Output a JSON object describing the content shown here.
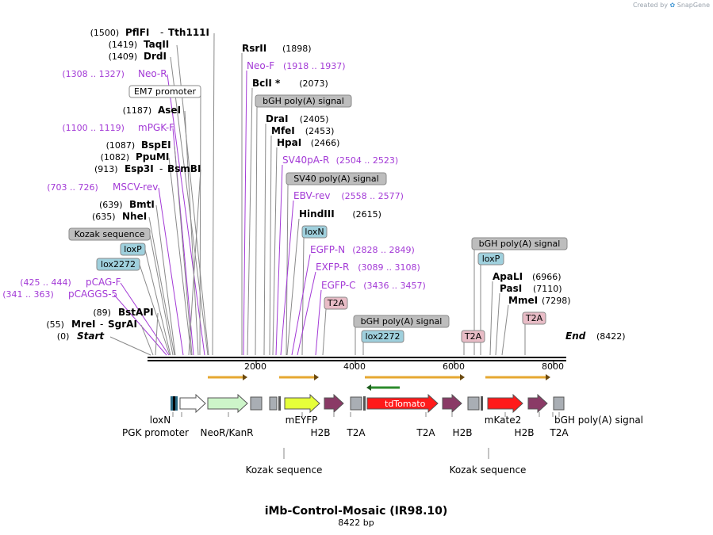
{
  "credit": {
    "prefix": "Created by",
    "brand": "SnapGene"
  },
  "map": {
    "title": "iMb-Control-Mosaic (IR98.10)",
    "length_label": "8422 bp",
    "total_bp": 8422,
    "ruler_ticks": [
      "2000",
      "4000",
      "6000",
      "8000"
    ]
  },
  "colors": {
    "enzyme_text": "#000000",
    "primer_text": "#a33ad6",
    "primer_line": "#a33ad6",
    "polya_fill": "#bdbdbd",
    "lox_fill": "#9fd0dd",
    "t2a_fill": "#e8bcc6",
    "kozak_fill": "#bdbdbd",
    "orf_arrow": "#e6a832",
    "mcherry_red": "#ff1a1a",
    "h2b_fill": "#8a3a66"
  },
  "left_labels": [
    {
      "pos": "(1500)",
      "name": "PflFI",
      "name2": "Tth111I",
      "kind": "enzyme"
    },
    {
      "pos": "(1419)",
      "name": "TaqII",
      "kind": "enzyme"
    },
    {
      "pos": "(1409)",
      "name": "DrdI",
      "kind": "enzyme"
    },
    {
      "pos": "(1308 .. 1327)",
      "name": "Neo-R",
      "kind": "primer"
    },
    {
      "name": "EM7 promoter",
      "kind": "box-white"
    },
    {
      "pos": "(1187)",
      "name": "AseI",
      "kind": "enzyme"
    },
    {
      "pos": "(1100 .. 1119)",
      "name": "mPGK-F",
      "kind": "primer"
    },
    {
      "pos": "(1087)",
      "name": "BspEI",
      "kind": "enzyme"
    },
    {
      "pos": "(1082)",
      "name": "PpuMI",
      "kind": "enzyme"
    },
    {
      "pos": "(913)",
      "name": "Esp3I",
      "name2": "BsmBI",
      "kind": "enzyme"
    },
    {
      "pos": "(703 .. 726)",
      "name": "MSCV-rev",
      "kind": "primer"
    },
    {
      "pos": "(639)",
      "name": "BmtI",
      "kind": "enzyme"
    },
    {
      "pos": "(635)",
      "name": "NheI",
      "kind": "enzyme"
    },
    {
      "name": "Kozak sequence",
      "kind": "box-gray"
    },
    {
      "name": "loxP",
      "kind": "box-blue"
    },
    {
      "name": "lox2272",
      "kind": "box-blue"
    },
    {
      "pos": "(425 .. 444)",
      "name": "pCAG-F",
      "kind": "primer"
    },
    {
      "pos": "(341 .. 363)",
      "name": "pCAGGS-5",
      "kind": "primer"
    },
    {
      "pos": "(89)",
      "name": "BstAPI",
      "kind": "enzyme"
    },
    {
      "pos": "(55)",
      "name": "MreI",
      "name2": "SgrAI",
      "kind": "enzyme"
    },
    {
      "pos": "(0)",
      "name": "Start",
      "kind": "enzyme-italic"
    }
  ],
  "right_labels": [
    {
      "name": "RsrII",
      "pos": "(1898)",
      "kind": "enzyme"
    },
    {
      "name": "Neo-F",
      "pos": "(1918 .. 1937)",
      "kind": "primer"
    },
    {
      "name": "BclI *",
      "pos": "(2073)",
      "kind": "enzyme"
    },
    {
      "name": "bGH poly(A) signal",
      "kind": "box-gray"
    },
    {
      "name": "DraI",
      "pos": "(2405)",
      "kind": "enzyme"
    },
    {
      "name": "MfeI",
      "pos": "(2453)",
      "kind": "enzyme"
    },
    {
      "name": "HpaI",
      "pos": "(2466)",
      "kind": "enzyme"
    },
    {
      "name": "SV40pA-R",
      "pos": "(2504 .. 2523)",
      "kind": "primer"
    },
    {
      "name": "SV40 poly(A) signal",
      "kind": "box-gray"
    },
    {
      "name": "EBV-rev",
      "pos": "(2558 .. 2577)",
      "kind": "primer"
    },
    {
      "name": "HindIII",
      "pos": "(2615)",
      "kind": "enzyme"
    },
    {
      "name": "loxN",
      "kind": "box-blue"
    },
    {
      "name": "EGFP-N",
      "pos": "(2828 .. 2849)",
      "kind": "primer"
    },
    {
      "name": "EXFP-R",
      "pos": "(3089 .. 3108)",
      "kind": "primer"
    },
    {
      "name": "EGFP-C",
      "pos": "(3436 .. 3457)",
      "kind": "primer"
    },
    {
      "name": "T2A",
      "kind": "box-pink"
    }
  ],
  "mid_labels": [
    {
      "name": "bGH poly(A) signal",
      "kind": "box-gray"
    },
    {
      "name": "lox2272",
      "kind": "box-blue"
    }
  ],
  "far_labels": [
    {
      "name": "bGH poly(A) signal",
      "kind": "box-gray"
    },
    {
      "name": "loxP",
      "kind": "box-blue"
    },
    {
      "name": "ApaLI",
      "pos": "(6966)",
      "kind": "enzyme"
    },
    {
      "name": "PasI",
      "pos": "(7110)",
      "kind": "enzyme"
    },
    {
      "name": "MmeI",
      "pos": "(7298)",
      "kind": "enzyme"
    },
    {
      "name": "T2A",
      "kind": "box-pink"
    },
    {
      "name": "T2A",
      "kind": "box-pink"
    },
    {
      "name": "End",
      "pos": "(8422)",
      "kind": "enzyme-italic"
    }
  ],
  "features": [
    {
      "name": "tdTomato",
      "kind": "red-arrow"
    }
  ],
  "bottom_labels": [
    {
      "name": "loxN"
    },
    {
      "name": "PGK promoter"
    },
    {
      "name": "NeoR/KanR"
    },
    {
      "name": "mEYFP"
    },
    {
      "name": "H2B"
    },
    {
      "name": "T2A"
    },
    {
      "name": "T2A"
    },
    {
      "name": "H2B"
    },
    {
      "name": "mKate2"
    },
    {
      "name": "H2B"
    },
    {
      "name": "bGH poly(A) signal"
    },
    {
      "name": "T2A"
    },
    {
      "name": "Kozak sequence"
    },
    {
      "name": "Kozak sequence"
    }
  ]
}
